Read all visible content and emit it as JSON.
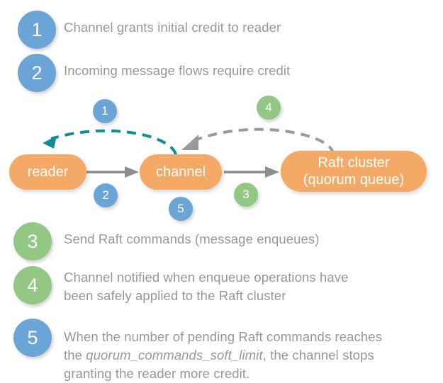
{
  "colors": {
    "blue": "#6ba5d7",
    "green": "#93c884",
    "orange": "#f4a966",
    "text_gray": "#96989c",
    "arrow_gray": "#8c8c8c",
    "arrow_teal": "#0f8e96",
    "white": "#ffffff",
    "background": "#ffffff"
  },
  "legend": {
    "items": [
      {
        "number": "1",
        "color": "blue",
        "text": "Channel grants initial credit to reader"
      },
      {
        "number": "2",
        "color": "blue",
        "text": "Incoming message flows require credit"
      },
      {
        "number": "3",
        "color": "green",
        "text": "Send Raft commands (message enqueues)"
      },
      {
        "number": "4",
        "color": "green",
        "text": "Channel notified when enqueue operations have\nbeen safely applied to the Raft cluster"
      }
    ],
    "item5": {
      "number": "5",
      "color": "blue",
      "text_before": "When the number of pending Raft commands reaches\nthe ",
      "text_italic": "quorum_commands_soft_limit",
      "text_after": ", the channel stops\ngranting the reader more credit."
    }
  },
  "diagram": {
    "nodes": [
      {
        "id": "reader",
        "label": "reader"
      },
      {
        "id": "channel",
        "label": "channel"
      },
      {
        "id": "raft-cluster",
        "label": "Raft cluster\n(quorum queue)"
      }
    ],
    "markers": [
      {
        "number": "1",
        "color": "blue",
        "name": "diagram-badge-1"
      },
      {
        "number": "4",
        "color": "green",
        "name": "diagram-badge-4"
      },
      {
        "number": "2",
        "color": "blue",
        "name": "diagram-badge-2"
      },
      {
        "number": "5",
        "color": "blue",
        "name": "diagram-badge-5"
      },
      {
        "number": "3",
        "color": "green",
        "name": "diagram-badge-3"
      }
    ],
    "edges": [
      {
        "id": "credit-grant",
        "from": "channel",
        "to": "reader",
        "style": "dashed",
        "color": "teal"
      },
      {
        "id": "message-flow",
        "from": "reader",
        "to": "channel",
        "style": "solid",
        "color": "gray"
      },
      {
        "id": "raft-commands",
        "from": "channel",
        "to": "raft-cluster",
        "style": "solid",
        "color": "gray"
      },
      {
        "id": "apply-notification",
        "from": "raft-cluster",
        "to": "channel",
        "style": "dashed",
        "color": "gray"
      }
    ]
  }
}
